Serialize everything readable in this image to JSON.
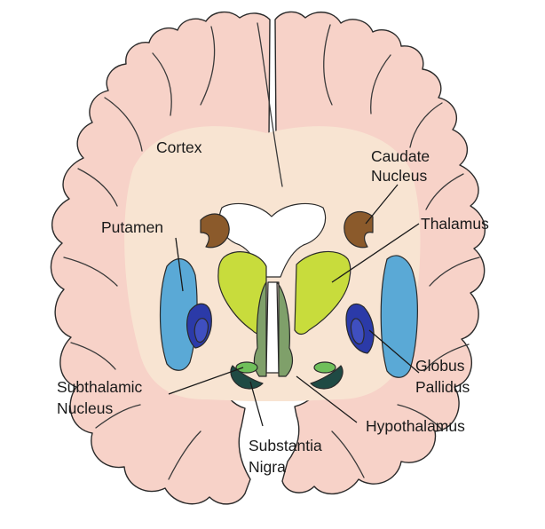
{
  "labels": {
    "cortex": "Cortex",
    "caudate_line1": "Caudate",
    "caudate_line2": "Nucleus",
    "putamen": "Putamen",
    "thalamus": "Thalamus",
    "subthalamic_line1": "Subthalamic",
    "subthalamic_line2": "Nucleus",
    "globus_line1": "Globus",
    "globus_line2": "Pallidus",
    "hypothalamus": "Hypothalamus",
    "nigra_line1": "Substantia",
    "nigra_line2": "Nigra"
  },
  "colors": {
    "cortex": "#f7d2c8",
    "white_matter": "#f8e4d2",
    "caudate": "#8b5a2b",
    "putamen": "#5aa9d6",
    "globus_pallidus": "#2b3aa8",
    "thalamus": "#c8dc3c",
    "subthalamic": "#6fbf5a",
    "substantia_nigra": "#1f4a44",
    "hypothalamus": "#7fa06a",
    "ventricle": "#ffffff"
  }
}
